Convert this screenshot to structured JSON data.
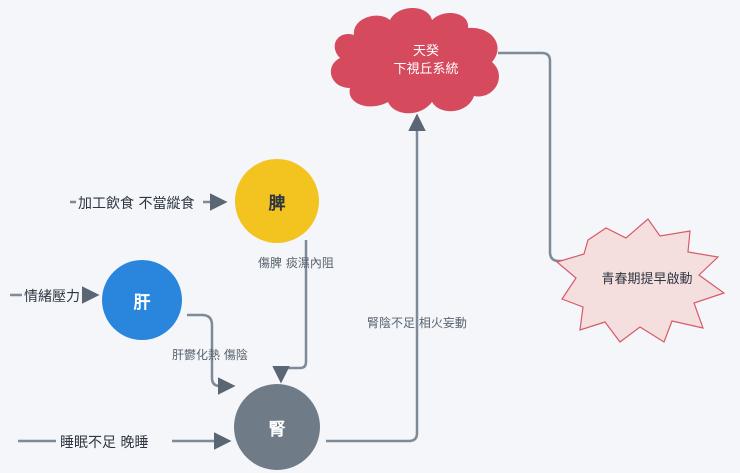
{
  "nodes": {
    "hypothalamus": {
      "line1": "天癸",
      "line2": "下視丘系統",
      "color": "#d64a5e"
    },
    "puberty": {
      "label": "青春期提早啟動",
      "color": "#f5dede"
    },
    "spleen": {
      "label": "脾",
      "color": "#f3c31f"
    },
    "liver": {
      "label": "肝",
      "color": "#2a86dc"
    },
    "kidney": {
      "label": "腎",
      "color": "#6f7b87"
    }
  },
  "inputs": {
    "diet": "加工飲食 不當縱食",
    "emotion": "情緒壓力",
    "sleep": "睡眠不足 晚睡"
  },
  "edges": {
    "spleen_kidney": "傷脾 痰濕內阻",
    "liver_kidney": "肝鬱化熱 傷陰",
    "kidney_hypothalamus": "腎陰不足 相火妄動"
  },
  "colors": {
    "line": "#7e8a97",
    "arrow": "#5b6674"
  }
}
